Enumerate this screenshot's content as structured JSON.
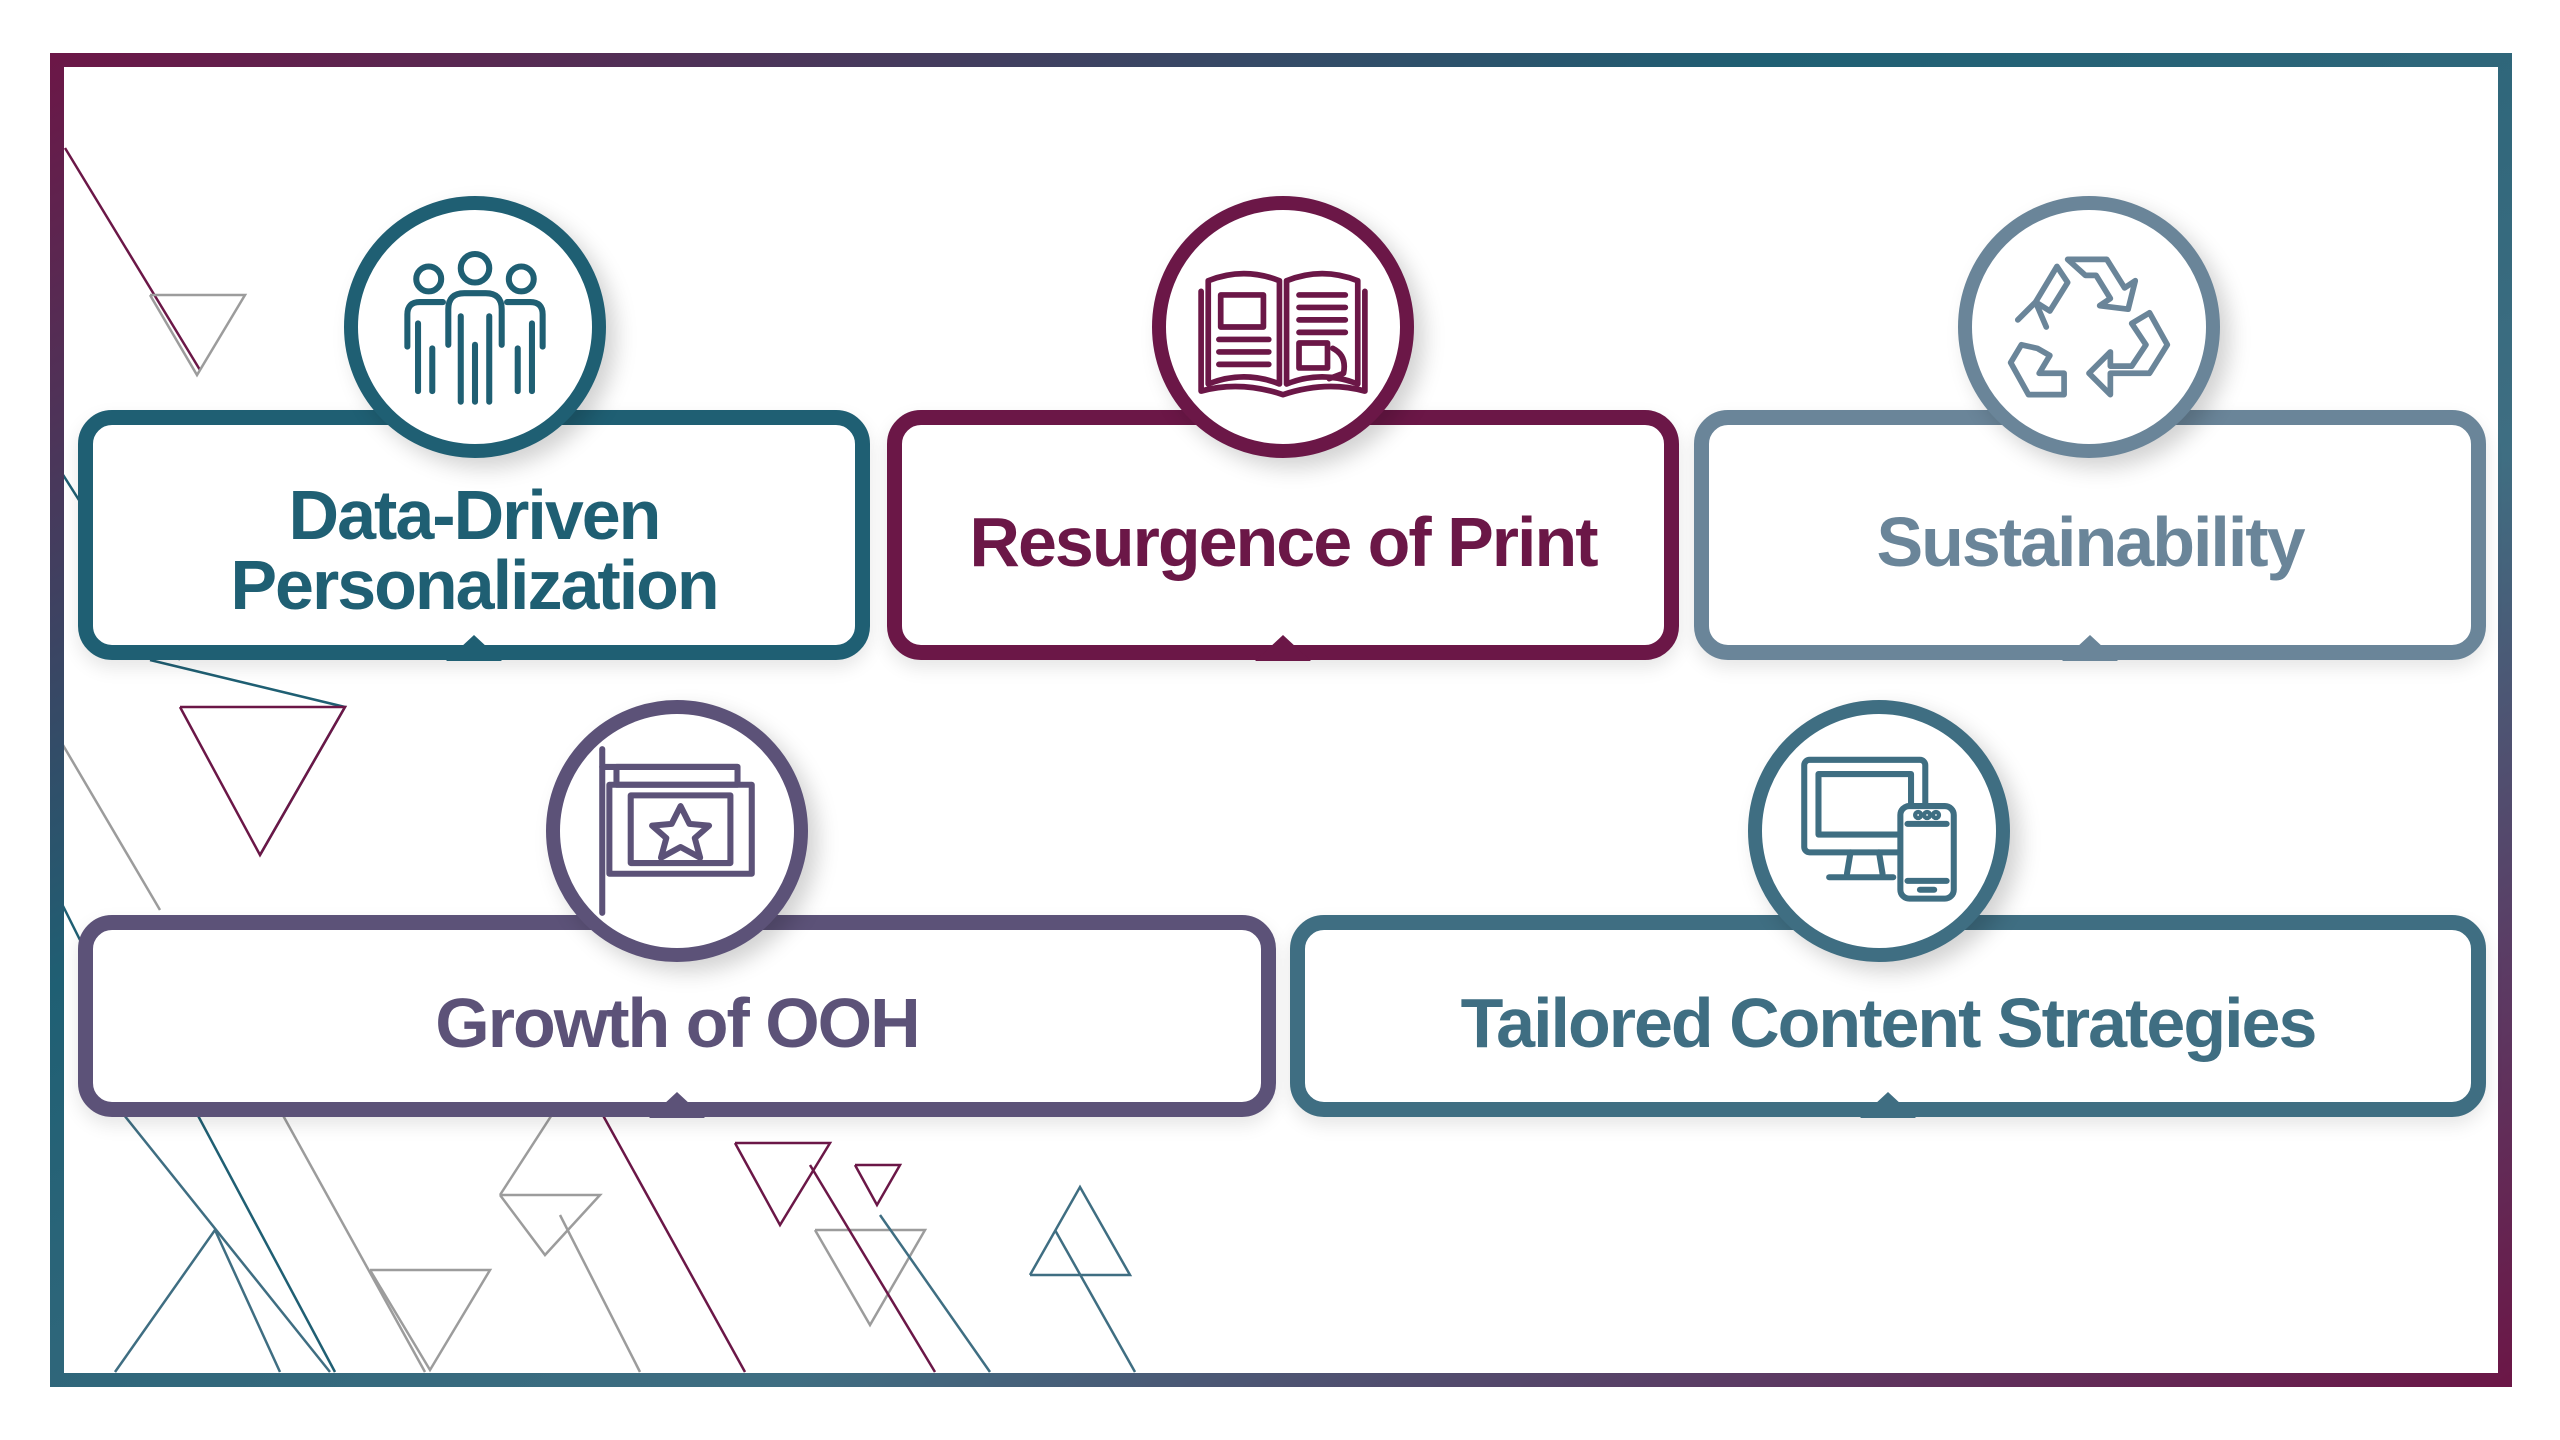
{
  "colors": {
    "teal": "#1f5f73",
    "plum": "#6b1747",
    "slate": "#6a8599",
    "purple": "#5c5278",
    "ocean": "#3f6e82",
    "grey": "#9c9c9c"
  },
  "items": [
    {
      "label_lines": [
        "Data-Driven",
        "Personalization"
      ],
      "icon": "team-people-icon",
      "color": "#1f5f73"
    },
    {
      "label_lines": [
        "Resurgence of Print"
      ],
      "icon": "open-magazine-icon",
      "color": "#6b1747"
    },
    {
      "label_lines": [
        "Sustainability"
      ],
      "icon": "recycle-icon",
      "color": "#6a8599"
    },
    {
      "label_lines": [
        "Growth of OOH"
      ],
      "icon": "billboard-star-icon",
      "color": "#5c5278"
    },
    {
      "label_lines": [
        "Tailored Content Strategies"
      ],
      "icon": "desktop-mobile-devices-icon",
      "color": "#3f6e82"
    }
  ]
}
